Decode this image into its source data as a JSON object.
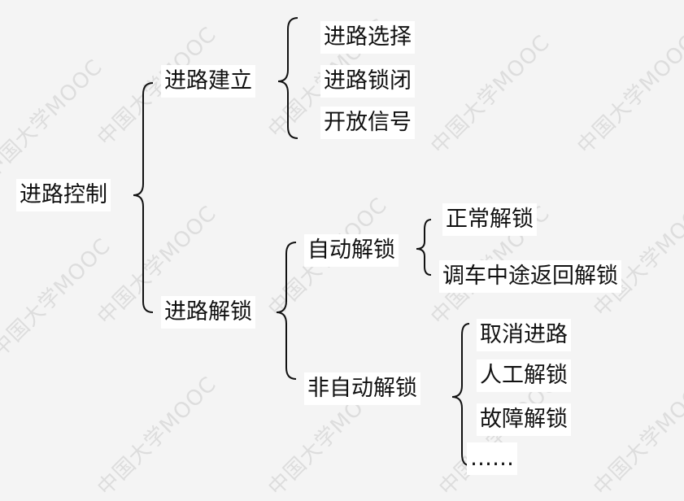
{
  "watermark": "中国大学MOOC",
  "tree": {
    "root": "进路控制",
    "route_setup": {
      "label": "进路建立",
      "children": [
        "进路选择",
        "进路锁闭",
        "开放信号"
      ]
    },
    "route_release": {
      "label": "进路解锁",
      "auto": {
        "label": "自动解锁",
        "children": [
          "正常解锁",
          "调车中途返回解锁"
        ]
      },
      "manual": {
        "label": "非自动解锁",
        "children": [
          "取消进路",
          "人工解锁",
          "故障解锁",
          "……"
        ]
      }
    }
  },
  "colors": {
    "background": "#f4f4f4",
    "box": "#ffffff",
    "line": "#111111",
    "watermark": "#dddddd"
  }
}
